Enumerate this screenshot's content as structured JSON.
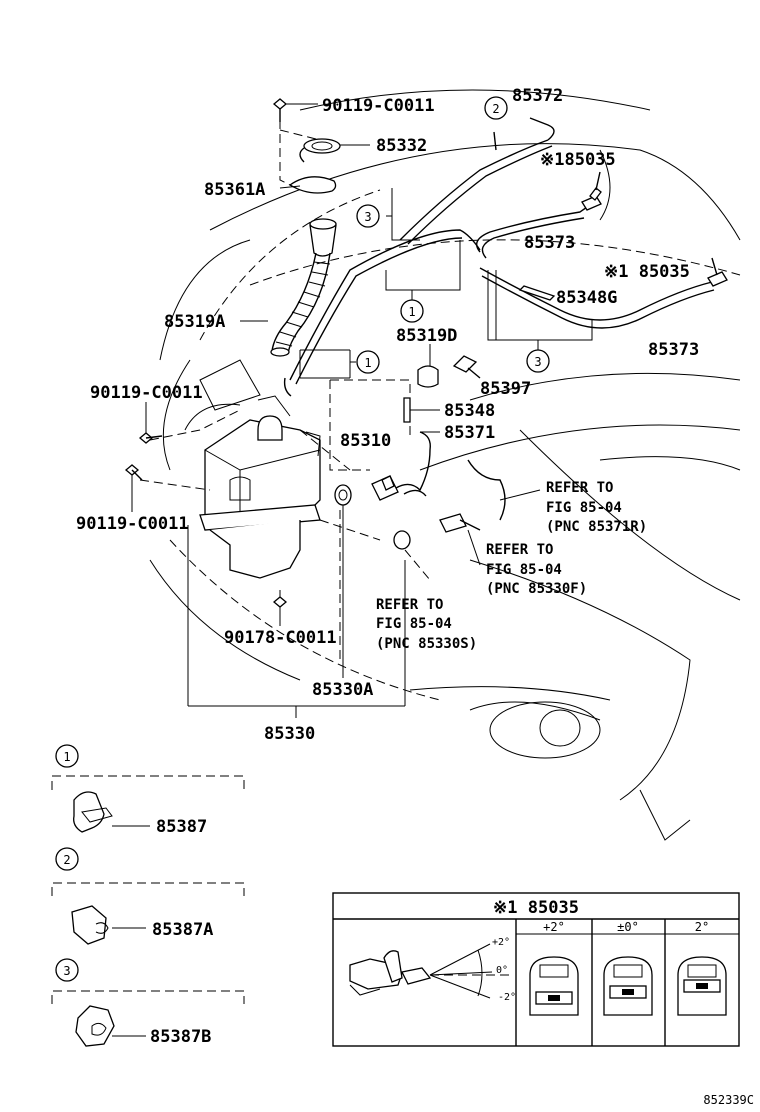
{
  "labels": {
    "p90119_top": "90119-C0011",
    "p85332": "85332",
    "p85361A": "85361A",
    "p85319A": "85319A",
    "p90119_mid": "90119-C0011",
    "p90119_low": "90119-C0011",
    "p90178": "90178-C0011",
    "p85330A": "85330A",
    "p85330": "85330",
    "p85372": "85372",
    "p85035_top": "※185035",
    "p85373_top": "85373",
    "p85035_right": "※1 85035",
    "p85348G": "85348G",
    "p85373_right": "85373",
    "p85319D": "85319D",
    "p85397": "85397",
    "p85348": "85348",
    "p85310": "85310",
    "p85371": "85371"
  },
  "refer_notes": [
    {
      "line1": "REFER TO",
      "line2": "FIG 85-04",
      "line3": "(PNC 85371R)"
    },
    {
      "line1": "REFER TO",
      "line2": "FIG 85-04",
      "line3": "(PNC 85330F)"
    },
    {
      "line1": "REFER TO",
      "line2": "FIG 85-04",
      "line3": "(PNC 85330S)"
    }
  ],
  "callouts": {
    "c1": "1",
    "c2": "2",
    "c3": "3"
  },
  "clips": [
    {
      "num": "1",
      "part": "85387"
    },
    {
      "num": "2",
      "part": "85387A"
    },
    {
      "num": "3",
      "part": "85387B"
    }
  ],
  "inset": {
    "title": "※1  85035",
    "columns": [
      "+2°",
      "±0°",
      "2°"
    ],
    "angles": [
      "+2°",
      "0°",
      "-2°"
    ]
  },
  "figure_id": "852339C"
}
